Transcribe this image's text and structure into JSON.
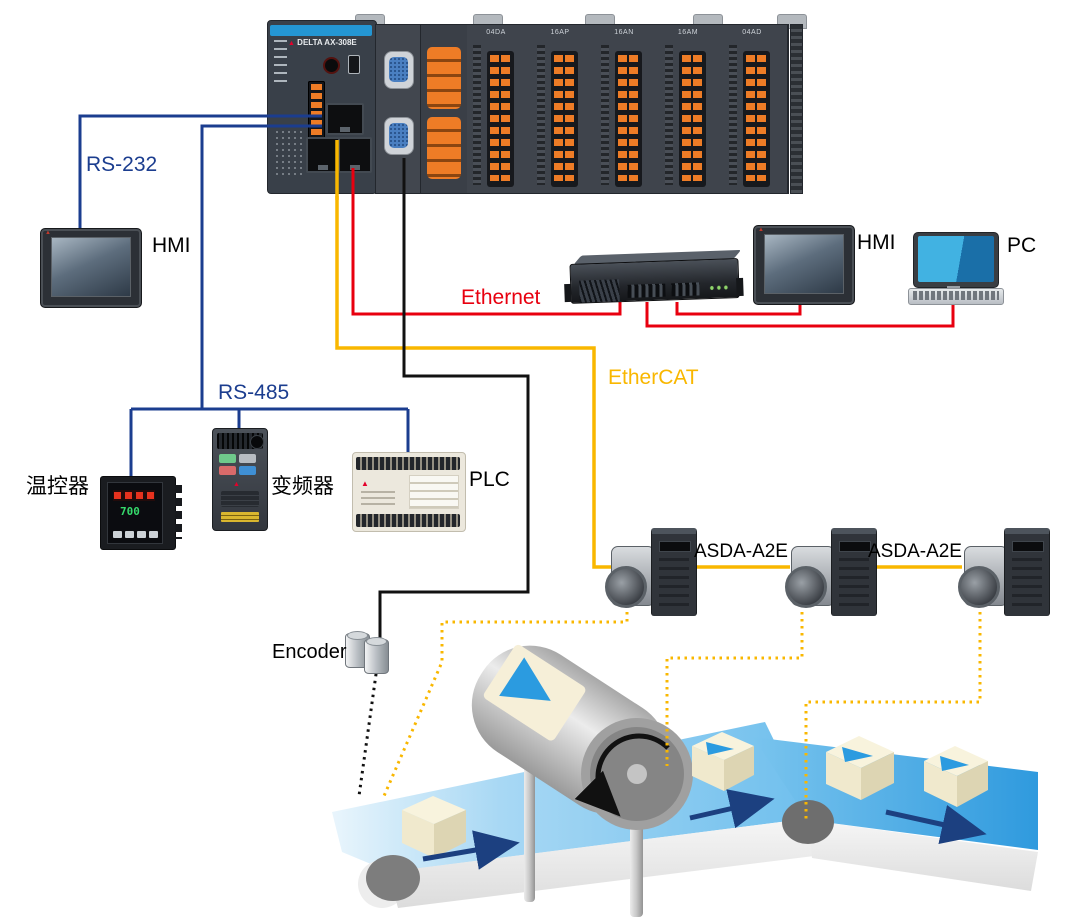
{
  "rack": {
    "brand": "DELTA",
    "model": "AX-308E",
    "modules": [
      "04DA",
      "16AP",
      "16AN",
      "16AM",
      "04AD"
    ]
  },
  "labels": {
    "rs232": "RS-232",
    "rs485": "RS-485",
    "ethernet": "Ethernet",
    "ethercat": "EtherCAT",
    "hmi": "HMI",
    "pc": "PC",
    "plc": "PLC",
    "temp_controller": "温控器",
    "inverter": "变频器",
    "servo": "ASDA-A2E",
    "encoder": "Encoder"
  },
  "temp_display": {
    "green": "700"
  },
  "colors": {
    "line-blue": "#1b3d8f",
    "line-red": "#e8000f",
    "line-yellow": "#f9b700",
    "line-black": "#111111",
    "arrow-navy": "#1c4080",
    "accent-orange": "#ee7c26",
    "accent-ltblue": "#2496d3",
    "tri-blue": "#2b9be0",
    "delta-red": "#e4002b",
    "belt-blue": "#55b4ea"
  }
}
